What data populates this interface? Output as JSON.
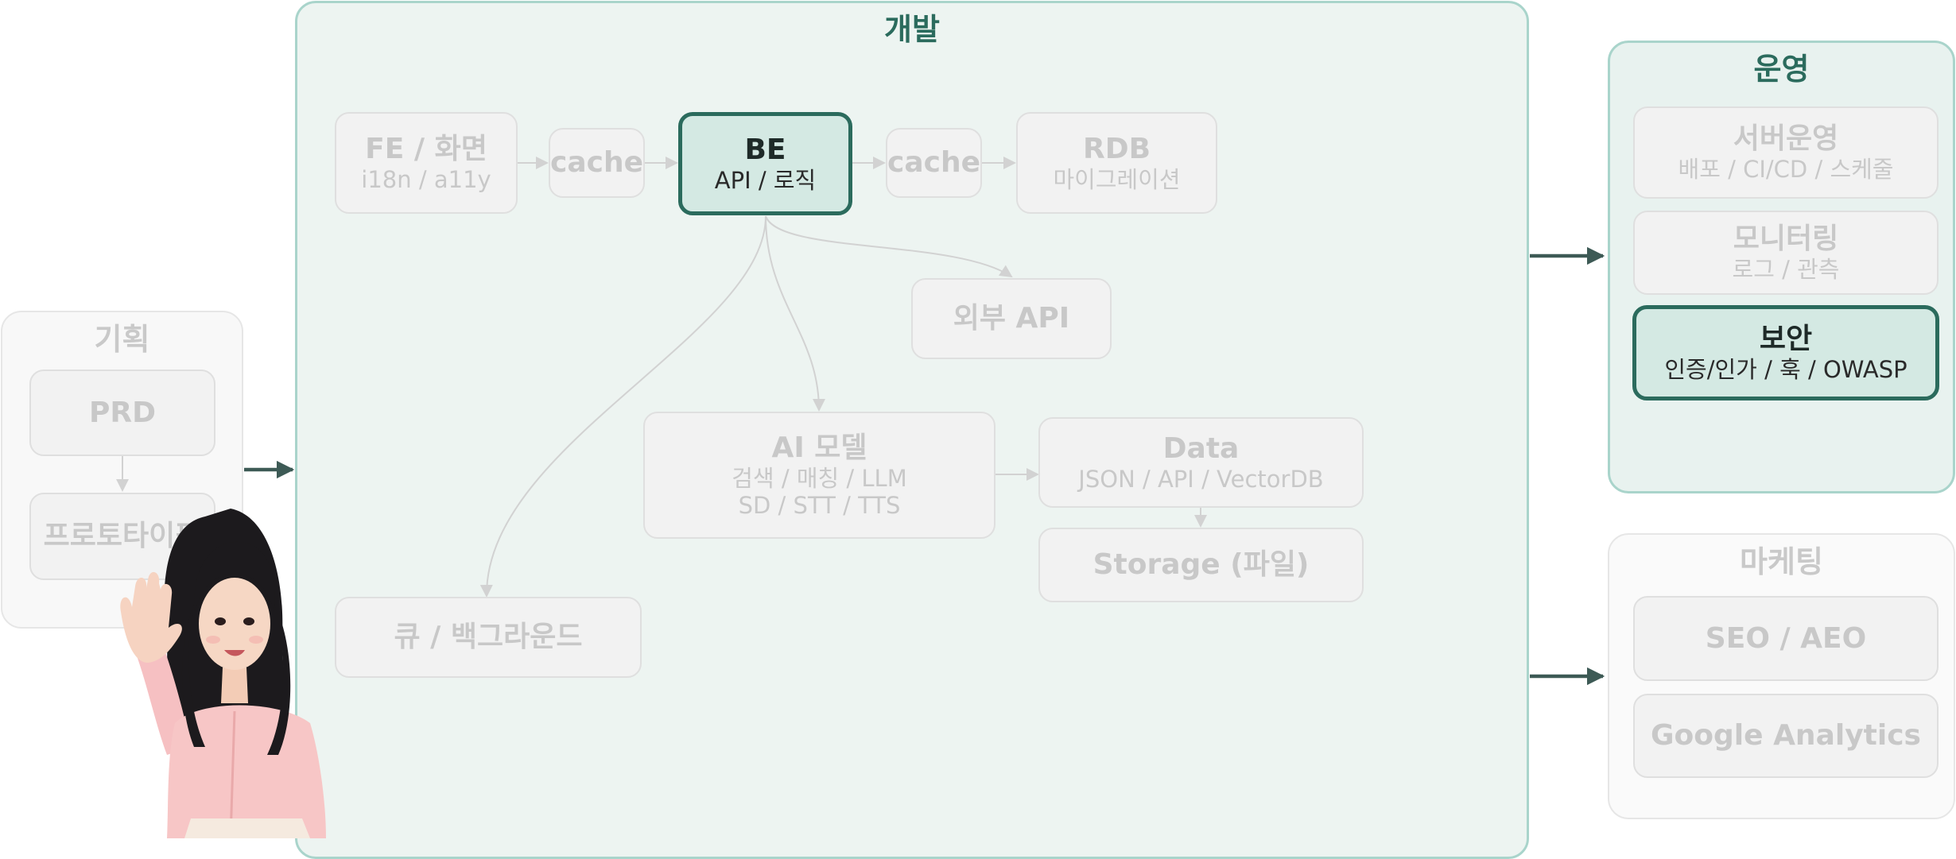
{
  "groups": {
    "dev": {
      "title": "개발"
    },
    "ops": {
      "title": "운영"
    },
    "plan": {
      "title": "기획"
    },
    "marketing": {
      "title": "마케팅"
    }
  },
  "dev": {
    "fe": {
      "main": "FE / 화면",
      "sub": "i18n / a11y"
    },
    "cache_left": {
      "main": "cache"
    },
    "be": {
      "main": "BE",
      "sub": "API / 로직"
    },
    "cache_right": {
      "main": "cache"
    },
    "rdb": {
      "main": "RDB",
      "sub": "마이그레이션"
    },
    "external_api": {
      "main": "외부 API"
    },
    "ai_model": {
      "main": "AI 모델",
      "sub1": "검색 / 매칭 / LLM",
      "sub2": "SD / STT / TTS"
    },
    "data": {
      "main": "Data",
      "sub": "JSON / API / VectorDB"
    },
    "storage": {
      "main": "Storage (파일)"
    },
    "queue": {
      "main": "큐 / 백그라운드"
    }
  },
  "ops": {
    "server": {
      "main": "서버운영",
      "sub": "배포 / CI/CD / 스케줄"
    },
    "monitoring": {
      "main": "모니터링",
      "sub": "로그 / 관측"
    },
    "security": {
      "main": "보안",
      "sub": "인증/인가 / 훅 / OWASP"
    }
  },
  "plan": {
    "prd": {
      "main": "PRD"
    },
    "prototyping": {
      "main": "프로토타이핑"
    }
  },
  "marketing": {
    "seo": {
      "main": "SEO / AEO"
    },
    "ga": {
      "main": "Google Analytics"
    }
  },
  "colors": {
    "accent": "#2b6b5d",
    "active_fill": "#d4e9e3",
    "dev_bg": "#edf4f1",
    "dim_text": "#c8c8c8",
    "arrow_dark": "#3d5a55"
  }
}
